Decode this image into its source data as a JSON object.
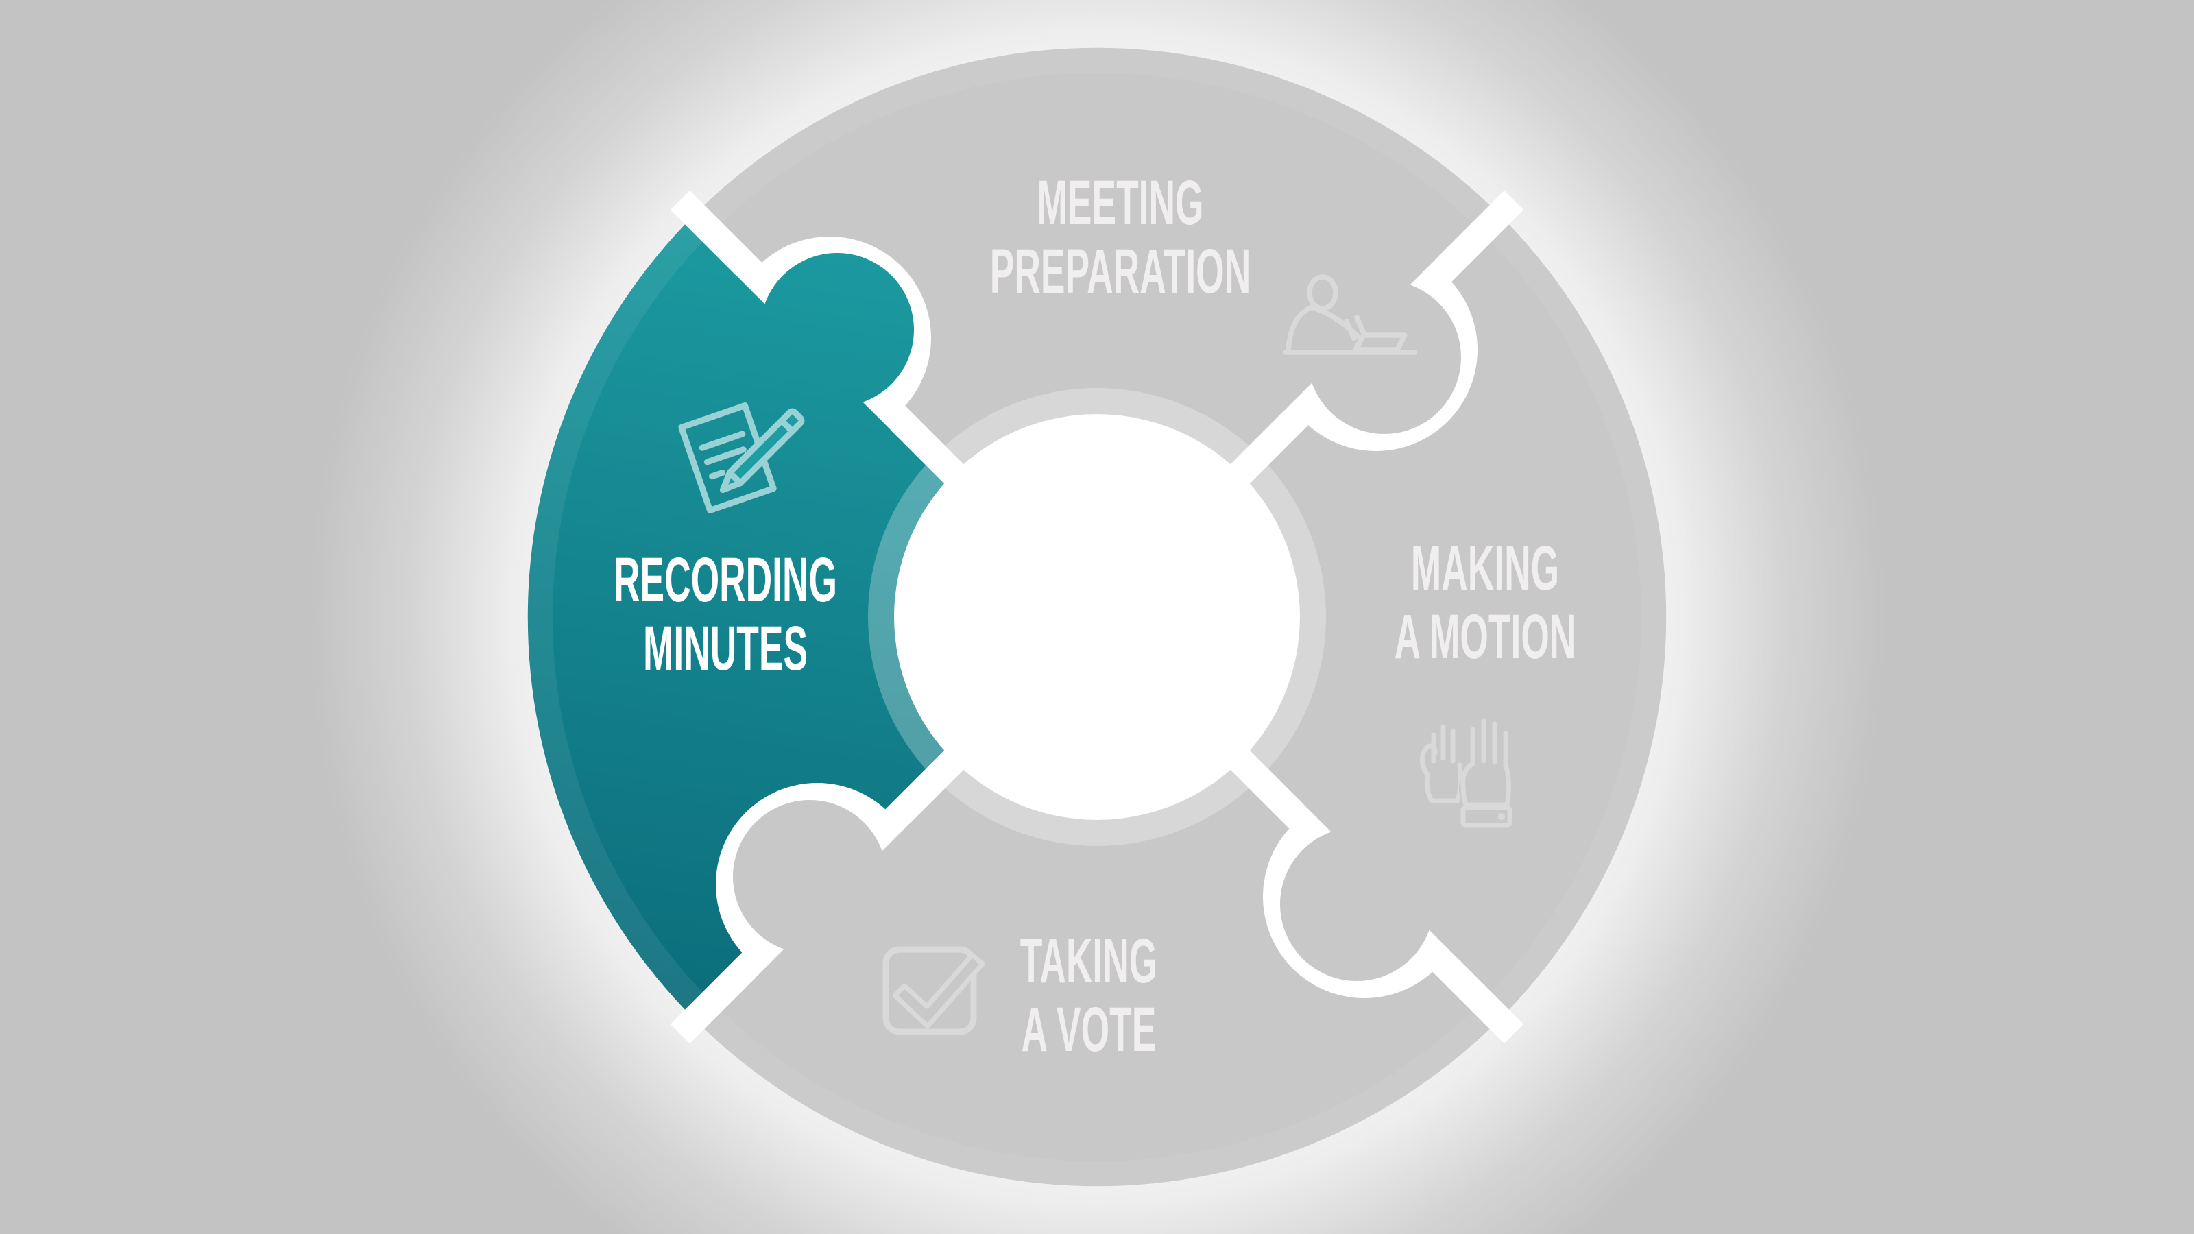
{
  "background": {
    "glow_color": "#ffffff",
    "edge_color": "#c2c2c2"
  },
  "wheel": {
    "divider_color": "#ffffff",
    "center_color": "#ffffff",
    "inner_ring_opacity": "0.27",
    "icon_stroke": {
      "gray": "#d9d9d9",
      "teal": "#9ad1d4"
    },
    "segments": {
      "meeting_preparation": {
        "label": "MEETING\nPREPARATION",
        "icon": "person-at-laptop-icon",
        "fill": "#c8c8c8",
        "text_color": "#f0eeef",
        "active": false
      },
      "making_a_motion": {
        "label": "MAKING\nA MOTION",
        "icon": "raised-hands-icon",
        "fill": "#c8c8c8",
        "text_color": "#f0eeef",
        "active": false
      },
      "taking_a_vote": {
        "label": "TAKING\nA VOTE",
        "icon": "checkbox-icon",
        "fill": "#c8c8c8",
        "text_color": "#f0eeef",
        "active": false
      },
      "recording_minutes": {
        "label": "RECORDING\nMINUTES",
        "icon": "document-pencil-icon",
        "fill_top": "#1d9da3",
        "fill_bottom": "#0b6b79",
        "text_color": "#ffffff",
        "active": true
      }
    }
  }
}
